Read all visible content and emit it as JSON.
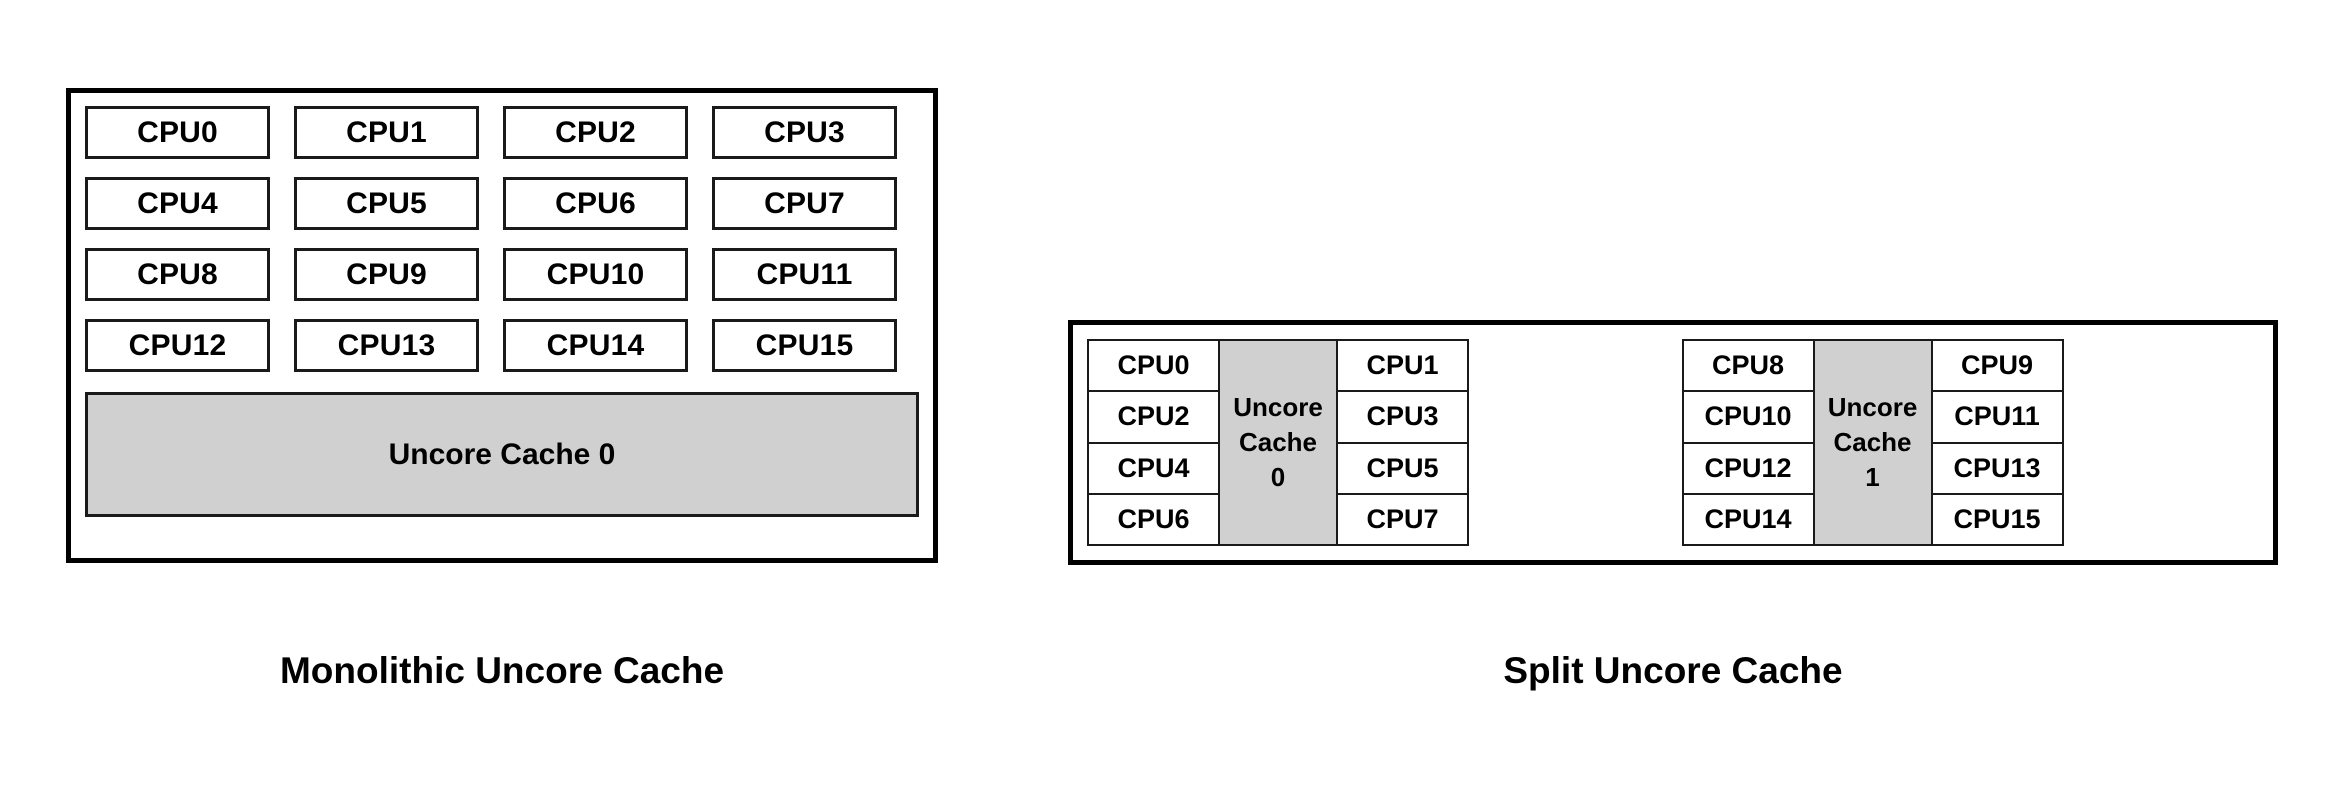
{
  "diagram": {
    "colors": {
      "cache_fill": "#d0d0d0",
      "border": "#000000",
      "background": "#ffffff",
      "text": "#000000"
    },
    "monolithic": {
      "caption": "Monolithic Uncore Cache",
      "cpu_rows": [
        [
          "CPU0",
          "CPU1",
          "CPU2",
          "CPU3"
        ],
        [
          "CPU4",
          "CPU5",
          "CPU6",
          "CPU7"
        ],
        [
          "CPU8",
          "CPU9",
          "CPU10",
          "CPU11"
        ],
        [
          "CPU12",
          "CPU13",
          "CPU14",
          "CPU15"
        ]
      ],
      "cache_label": "Uncore Cache 0"
    },
    "split": {
      "caption": "Split Uncore Cache",
      "clusters": [
        {
          "left_cpus": [
            "CPU0",
            "CPU2",
            "CPU4",
            "CPU6"
          ],
          "cache_line1": "Uncore",
          "cache_line2": "Cache",
          "cache_line3": "0",
          "right_cpus": [
            "CPU1",
            "CPU3",
            "CPU5",
            "CPU7"
          ]
        },
        {
          "left_cpus": [
            "CPU8",
            "CPU10",
            "CPU12",
            "CPU14"
          ],
          "cache_line1": "Uncore",
          "cache_line2": "Cache",
          "cache_line3": "1",
          "right_cpus": [
            "CPU9",
            "CPU11",
            "CPU13",
            "CPU15"
          ]
        }
      ]
    }
  }
}
